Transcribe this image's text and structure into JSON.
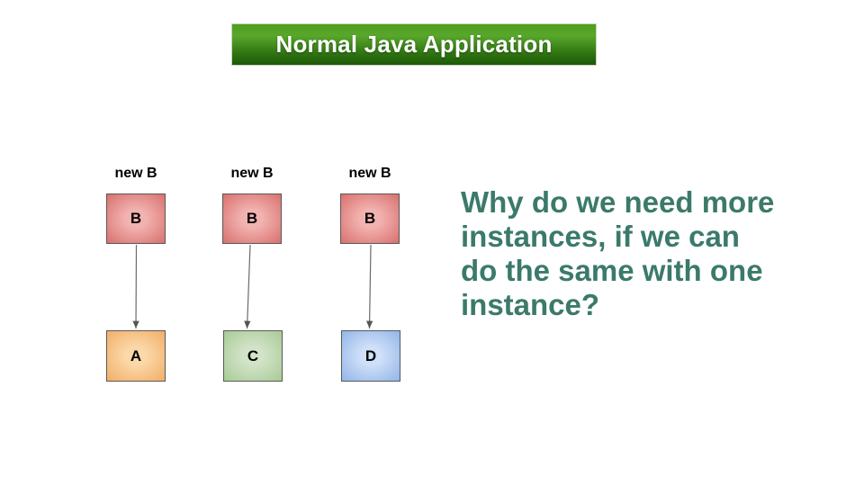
{
  "header": {
    "label": "Normal Java Application"
  },
  "diagram": {
    "columns": [
      {
        "annotation": "new B",
        "top_label": "B",
        "bottom_label": "A"
      },
      {
        "annotation": "new B",
        "top_label": "B",
        "bottom_label": "C"
      },
      {
        "annotation": "new B",
        "top_label": "B",
        "bottom_label": "D"
      }
    ]
  },
  "question": {
    "lines": [
      "Why do we need more",
      "instances, if we can",
      "do the same with one",
      "instance?"
    ]
  },
  "colors": {
    "header-top": "#4f9d1f",
    "header-mid": "#58a72b",
    "header-dark": "#2d7110",
    "header-bottom": "#1d5807",
    "box-border": "#595959",
    "box-b-center": "#f2b3b0",
    "box-b-edge": "#d8706e",
    "box-a-center": "#fbd8a9",
    "box-a-edge": "#f2ae66",
    "box-c-center": "#d2e3c8",
    "box-c-edge": "#a8cb96",
    "box-d-center": "#cfe0f8",
    "box-d-edge": "#93b5e9",
    "arrow": "#6b6b6b",
    "question-text": "#3b7a6a"
  }
}
